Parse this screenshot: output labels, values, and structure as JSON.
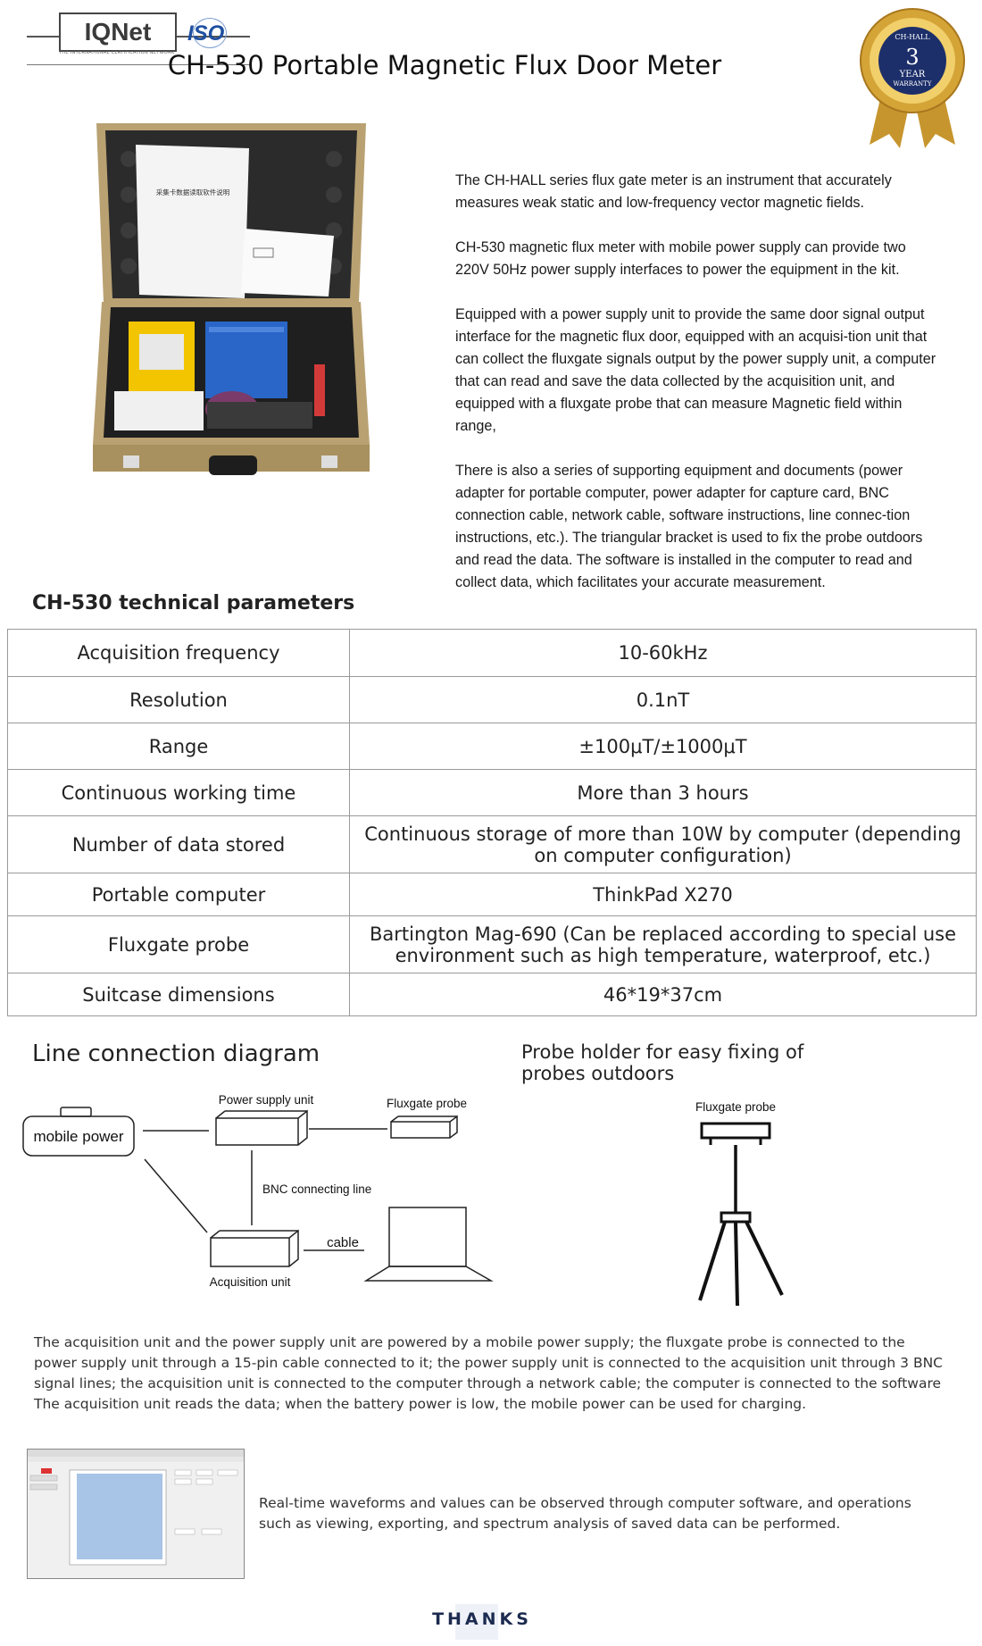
{
  "header": {
    "iqnet_logo_text": "IQNet",
    "iqnet_tagline": "THE INTERNATIONAL CERTIFICATION NETWORK",
    "iso_logo_text": "ISO",
    "title": "CH-530 Portable Magnetic Flux Door Meter"
  },
  "badge": {
    "top_text": "CH-HALL",
    "number": "3",
    "year": "YEAR",
    "warranty": "WARRANTY"
  },
  "intro": {
    "paragraphs": [
      " The CH-HALL series flux gate meter is an instrument that accurately measures weak static and low-frequency vector magnetic fields.",
      "CH-530 magnetic flux meter with mobile power supply can provide two 220V 50Hz power supply interfaces to power the equipment in the kit.",
      "Equipped with a power supply unit to provide the same door signal output interface for the magnetic flux door, equipped with an acquisi-tion unit that can collect the fluxgate signals output by the power supply unit, a computer that can read and save the data collected by the acquisition unit, and equipped with a fluxgate probe that can measure Magnetic field within range,",
      "There is also a series of supporting equipment and documents (power adapter for portable computer, power adapter for capture card, BNC connection cable, network cable, software instructions, line connec-tion instructions, etc.). The triangular bracket is used to fix the probe outdoors and read the data. The software is installed in the computer to read and collect data, which facilitates your accurate measurement."
    ]
  },
  "photo": {
    "manual_title": "采集卡数据读取软件说明"
  },
  "tech": {
    "title": "CH-530 technical parameters",
    "rows": [
      {
        "key": "Acquisition frequency",
        "value": "10-60kHz"
      },
      {
        "key": "Resolution",
        "value": "0.1nT"
      },
      {
        "key": "Range",
        "value": "±100μT/±1000μT"
      },
      {
        "key": "Continuous working time",
        "value": "More than 3 hours"
      },
      {
        "key": "Number of data stored",
        "value": "Continuous storage of more than 10W by computer (depending on computer configuration)"
      },
      {
        "key": "Portable computer",
        "value": "ThinkPad X270"
      },
      {
        "key": "Fluxgate probe",
        "value": "Bartington Mag-690 (Can be replaced according to special use environment such as high temperature, waterproof, etc.)"
      },
      {
        "key": "Suitcase dimensions",
        "value": "46*19*37cm"
      }
    ]
  },
  "line_diagram": {
    "title": "Line connection diagram",
    "mobile_power": "mobile power",
    "power_supply_unit": "Power supply unit",
    "fluxgate_probe": "Fluxgate probe",
    "bnc_line": "BNC connecting line",
    "cable": "cable",
    "acquisition_unit": "Acquisition unit"
  },
  "probe_holder": {
    "title": "Probe holder for easy fixing of probes outdoors",
    "probe_label": "Fluxgate probe"
  },
  "connection_description": "The acquisition unit and the power supply unit are powered by a mobile power supply; the fluxgate probe is connected to the power supply unit through a 15-pin cable connected to it; the power supply unit is connected to the acquisition unit through 3 BNC signal lines; the acquisition unit is connected to the computer through a network cable; the computer is connected to the software The acquisition unit reads the data; when the battery power is low, the mobile power can be used for charging.",
  "software_description": "Real-time waveforms and values can be observed through computer software, and operations such as viewing, exporting, and spectrum analysis of saved data can be performed.",
  "footer": {
    "thanks": "THANKS"
  },
  "colors": {
    "iso_blue": "#1e4fa0",
    "badge_gold": "#d4a437",
    "badge_navy": "#1d2f6a",
    "footer_navy": "#1c2b4f"
  }
}
